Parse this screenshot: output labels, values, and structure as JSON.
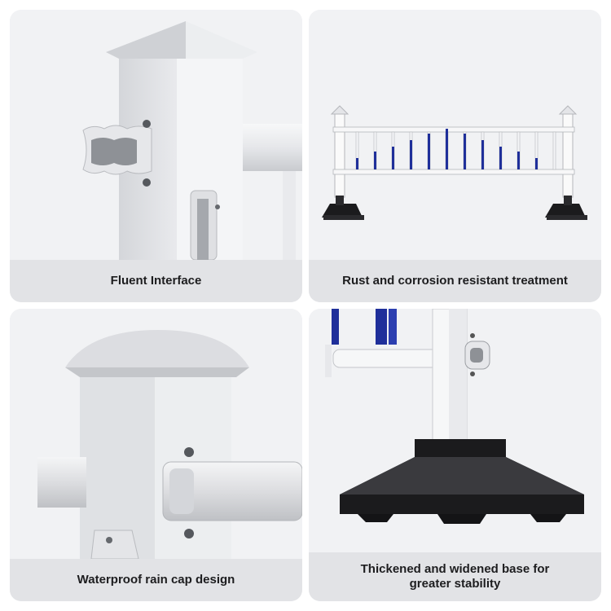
{
  "panels": [
    {
      "id": "fluent-interface",
      "caption_lines": [
        "Fluent Interface"
      ]
    },
    {
      "id": "rust-resistant",
      "caption_lines": [
        "Rust and corrosion resistant treatment"
      ]
    },
    {
      "id": "rain-cap",
      "caption_lines": [
        "Waterproof rain cap design"
      ]
    },
    {
      "id": "thick-base",
      "caption_lines": [
        "Thickened and widened base for",
        "greater stability"
      ]
    }
  ],
  "colors": {
    "panel_bg": "#f1f2f4",
    "caption_bg": "#e2e3e6",
    "metal_white": "#f4f5f7",
    "accent_blue": "#1f2f9a",
    "base_black": "#1b1b1d"
  },
  "icons": [
    "fence-post-closeup",
    "barrier-fence",
    "rain-cap-post",
    "black-base-foot"
  ]
}
